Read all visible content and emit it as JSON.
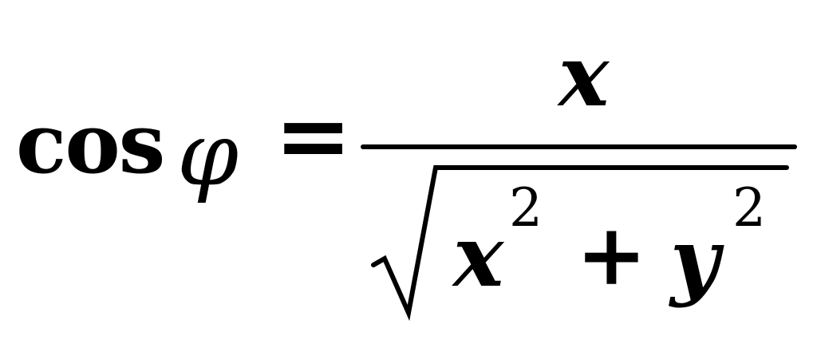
{
  "formula": {
    "lhs_function": "cos",
    "lhs_angle": "φ",
    "relation": "=",
    "numerator": "x",
    "denominator": {
      "radicand": {
        "term1_base": "x",
        "term1_exponent": "2",
        "operator": "+",
        "term2_base": "y",
        "term2_exponent": "2"
      }
    }
  }
}
